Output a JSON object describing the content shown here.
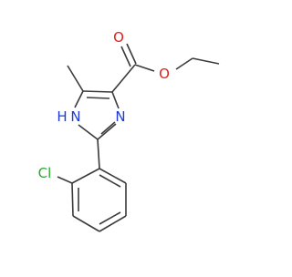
{
  "molecule": {
    "atoms": {
      "carbonyl_oxygen": {
        "symbol": "O",
        "color": "#e0201b"
      },
      "ester_oxygen": {
        "symbol": "O",
        "color": "#e0201b"
      },
      "imine_nitrogen": {
        "symbol": "N",
        "color": "#1f3ad6"
      },
      "amine_nitrogen": {
        "symbol": "H",
        "color": "#1f3ad6"
      },
      "amine_nitrogen_n": {
        "symbol": "N",
        "color": "#1f3ad6"
      },
      "chlorine": {
        "symbol": "Cl",
        "color": "#2aa82a"
      }
    },
    "bond_color": "#3b3b3b"
  }
}
